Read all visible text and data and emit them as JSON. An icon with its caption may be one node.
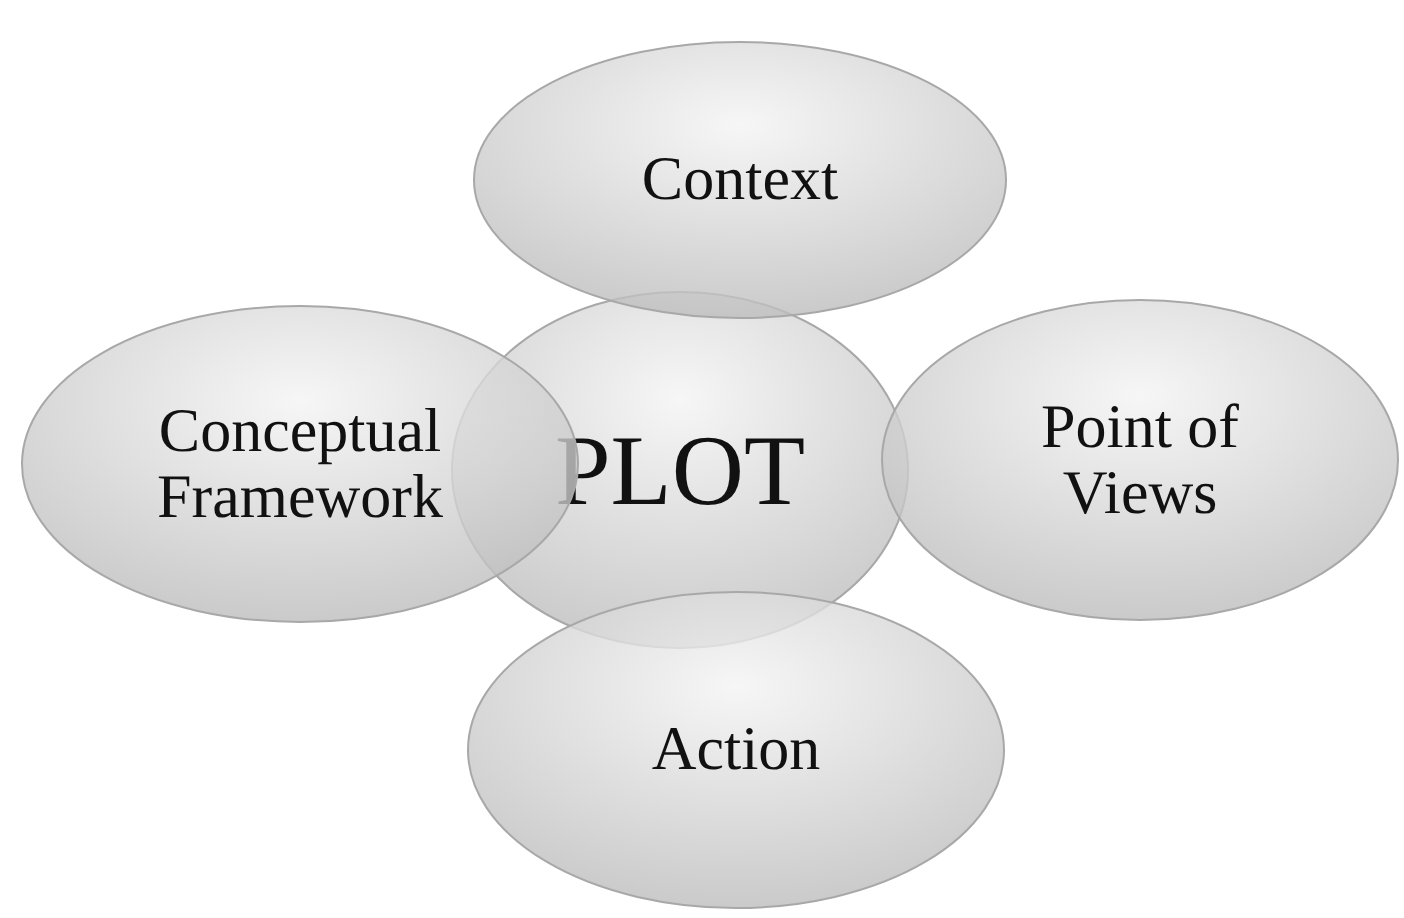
{
  "diagram": {
    "nodes": [
      {
        "text": [
          "Context"
        ]
      },
      {
        "text": [
          "Conceptual Framework"
        ]
      },
      {
        "text": [
          "PLOT"
        ]
      },
      {
        "text": [
          "Point of Views"
        ]
      },
      {
        "text": [
          "Action"
        ]
      }
    ]
  }
}
